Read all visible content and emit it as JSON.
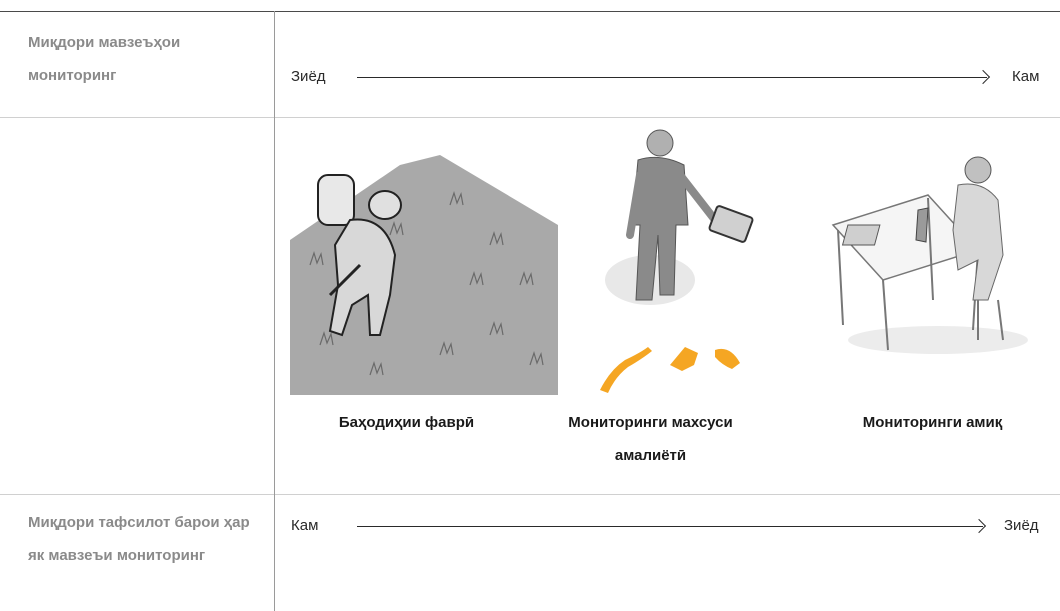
{
  "rows": {
    "top": {
      "label": "Миқдори мавзеъҳои мониторинг",
      "axis_start": "Зиёд",
      "axis_end": "Кам"
    },
    "bottom": {
      "label": "Миқдори тафсилот барои ҳар як мавзеъи мониторинг",
      "axis_start": "Кам",
      "axis_end": "Зиёд"
    }
  },
  "methods": [
    {
      "caption": "Баҳодиҳии фаврӣ",
      "icon": "field-worker-sprayer-illustration"
    },
    {
      "caption": "Мониторинги махсуси амалиётӣ",
      "icon": "person-with-tablet-salamanders-illustration"
    },
    {
      "caption": "Мониторинги амиқ",
      "icon": "scientist-microscope-illustration"
    }
  ],
  "colors": {
    "header_label": "#8a8a8a",
    "salamander": "#f5a623",
    "illustration_gray": "#9a9a9a"
  }
}
